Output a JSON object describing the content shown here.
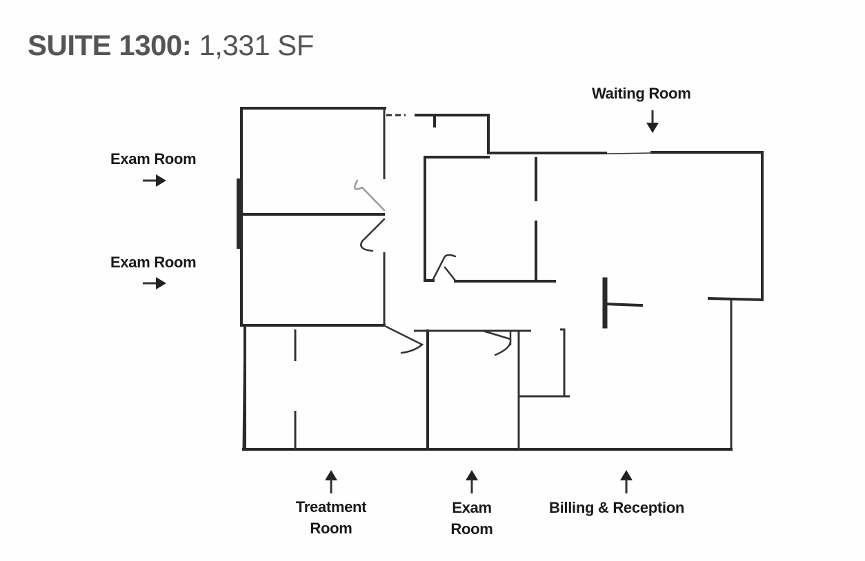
{
  "title": {
    "suite": "SUITE 1300:",
    "area": "1,331 SF"
  },
  "labels": {
    "waiting_room": "Waiting Room",
    "exam_room_top": "Exam Room",
    "exam_room_middle": "Exam Room",
    "treatment_room_line1": "Treatment",
    "treatment_room_line2": "Room",
    "exam_room_bottom_line1": "Exam",
    "exam_room_bottom_line2": "Room",
    "billing_reception": "Billing & Reception"
  },
  "colors": {
    "title": "#555555",
    "walls": "#2a2a2a"
  }
}
